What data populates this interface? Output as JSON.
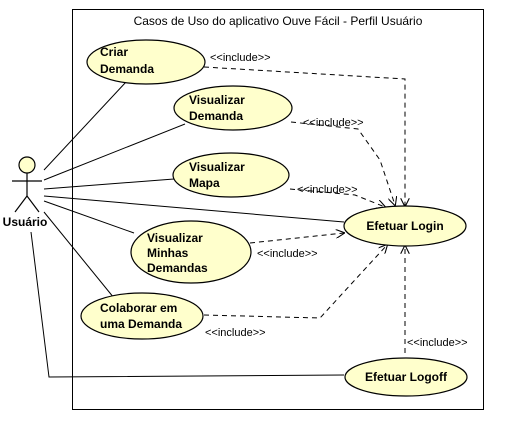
{
  "system": {
    "title": "Casos de Uso do aplicativo Ouve Fácil - Perfil Usuário"
  },
  "actor": {
    "name": "Usuário"
  },
  "use_cases": {
    "criar": [
      "Criar",
      "Demanda"
    ],
    "vis_demanda": [
      "Visualizar",
      "Demanda"
    ],
    "vis_mapa": [
      "Visualizar",
      "Mapa"
    ],
    "vis_minhas": [
      "Visualizar",
      "Minhas",
      "Demandas"
    ],
    "colaborar": [
      "Colaborar em",
      "uma Demanda"
    ],
    "login": [
      "Efetuar Login"
    ],
    "logoff": [
      "Efetuar Logoff"
    ]
  },
  "relationships": {
    "include_label": "<<include>>"
  },
  "colors": {
    "usecase_fill": "#ffffcc",
    "line": "#000000",
    "background": "#ffffff"
  }
}
